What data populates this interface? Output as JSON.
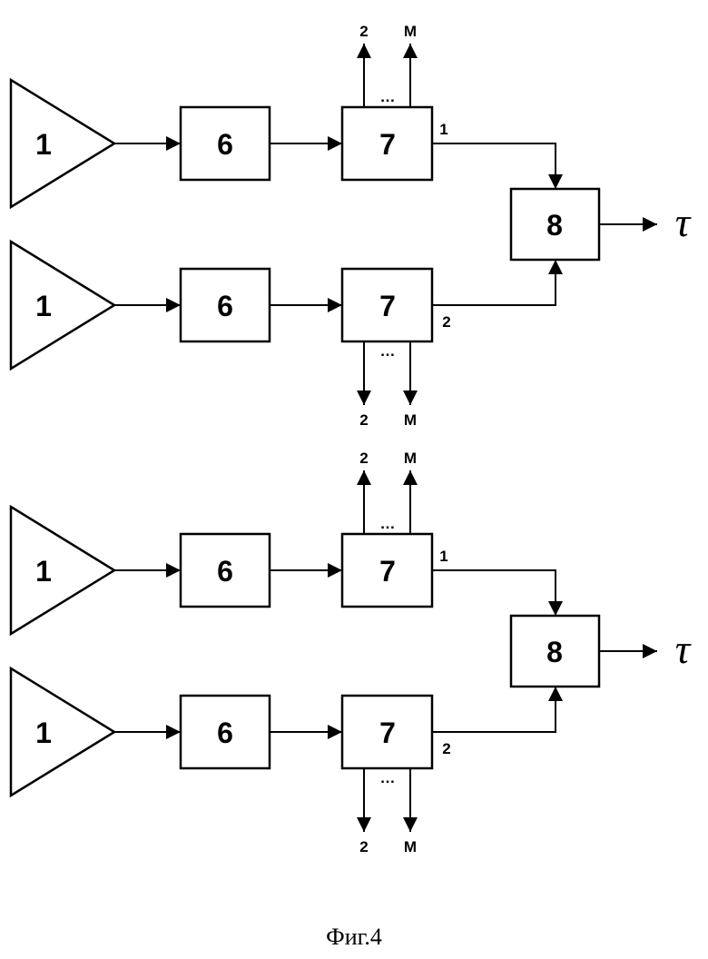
{
  "diagram": {
    "circuits": [
      {
        "amp_top": "1",
        "filter_top": "6",
        "dist_top": "7",
        "amp_bottom": "1",
        "filter_bottom": "6",
        "dist_bottom": "7",
        "combiner": "8",
        "output": "τ",
        "port_in_top": "1",
        "port_in_bottom": "2",
        "top_extra": [
          "2",
          "M"
        ],
        "bottom_extra": [
          "2",
          "M"
        ],
        "ellipsis": "…"
      },
      {
        "amp_top": "1",
        "filter_top": "6",
        "dist_top": "7",
        "amp_bottom": "1",
        "filter_bottom": "6",
        "dist_bottom": "7",
        "combiner": "8",
        "output": "τ",
        "port_in_top": "1",
        "port_in_bottom": "2",
        "top_extra": [
          "2",
          "M"
        ],
        "bottom_extra": [
          "2",
          "M"
        ],
        "ellipsis": "…"
      }
    ],
    "caption": "Фиг.4",
    "colors": {
      "line": "#000000",
      "background": "#ffffff"
    }
  }
}
